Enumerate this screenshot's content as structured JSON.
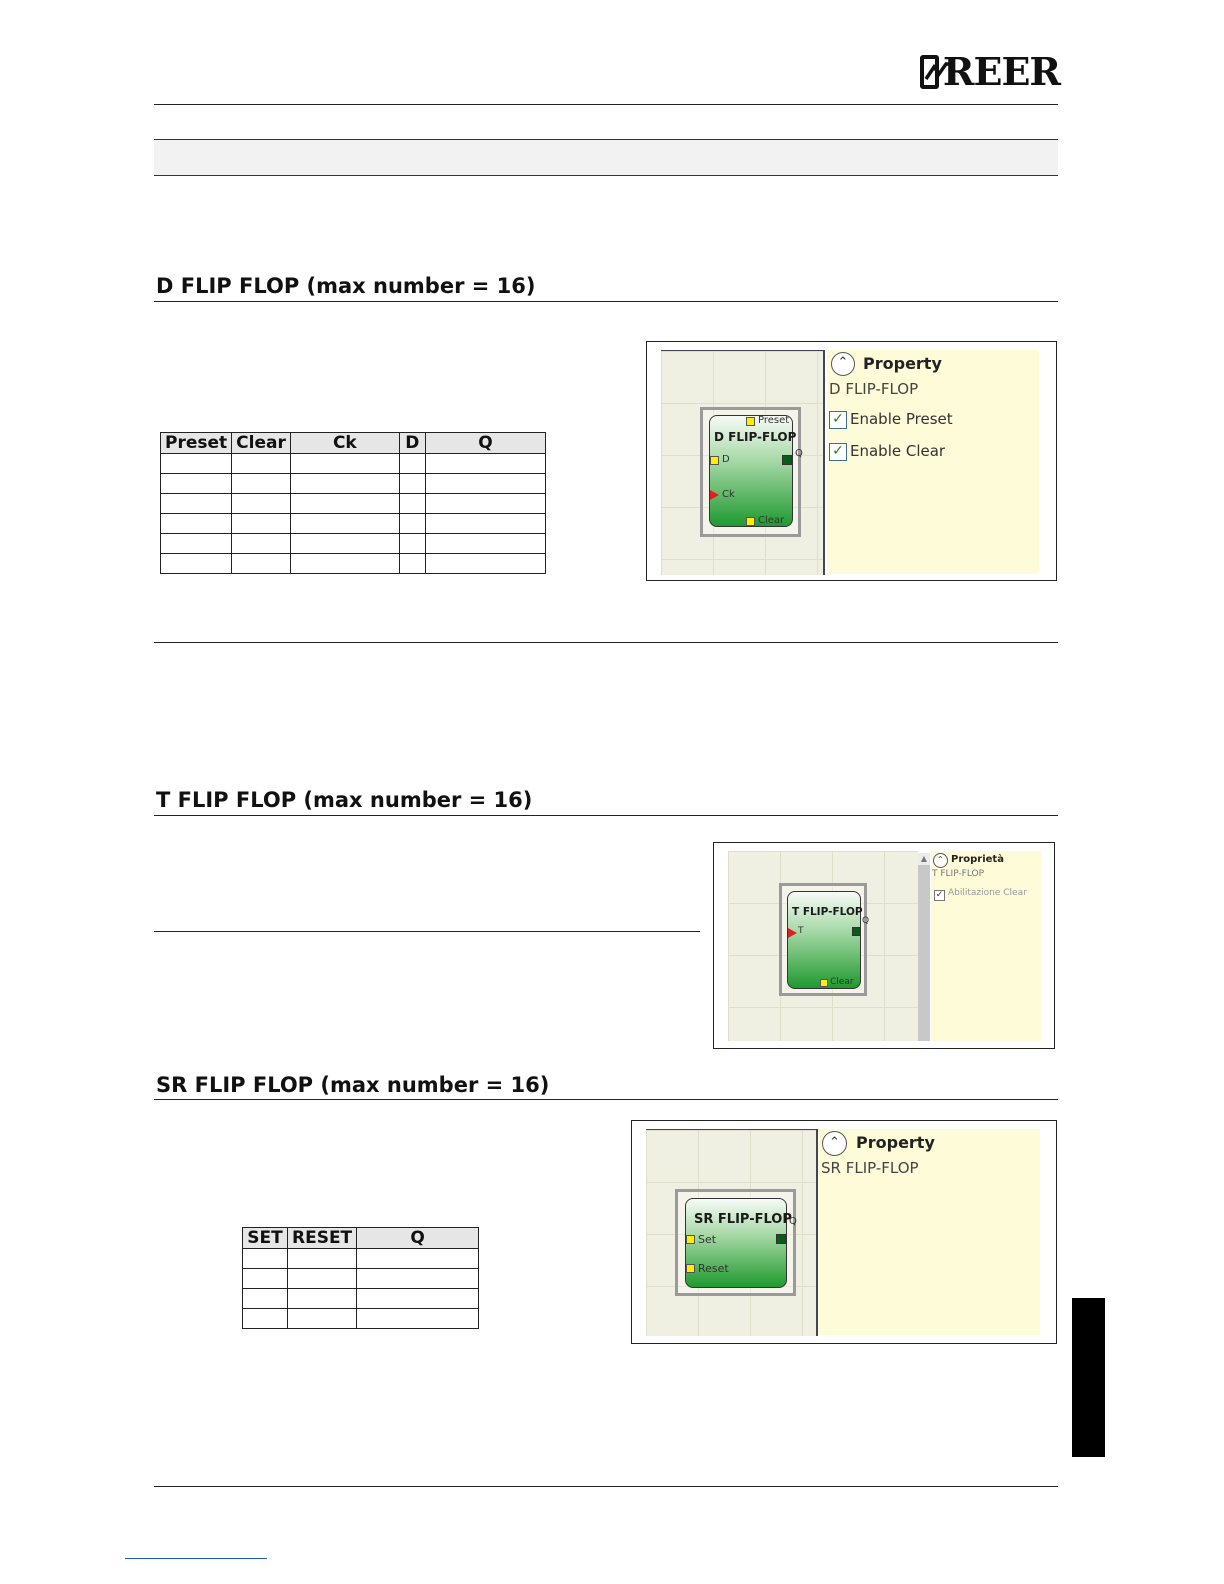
{
  "logo": {
    "text": "REER"
  },
  "sections": {
    "d_flip_flop": {
      "heading": "D FLIP FLOP (max number = 16)",
      "table_headers": [
        "Preset",
        "Clear",
        "Ck",
        "D",
        "Q"
      ],
      "block_title": "D FLIP-FLOP",
      "pins": {
        "preset": "Preset",
        "d": "D",
        "ck": "Ck",
        "clear": "Clear",
        "q": "Q"
      },
      "property_title": "Property",
      "property_sub": "D FLIP-FLOP",
      "options": [
        "Enable Preset",
        "Enable Clear"
      ]
    },
    "t_flip_flop": {
      "heading": "T FLIP FLOP (max number = 16)",
      "block_title": "T FLIP-FLOP",
      "pins": {
        "t": "T",
        "clear": "Clear",
        "q": "Q"
      },
      "property_title": "Proprietà",
      "property_sub": "T FLIP-FLOP",
      "options": [
        "Abilitazione Clear"
      ]
    },
    "sr_flip_flop": {
      "heading": "SR FLIP FLOP (max number = 16)",
      "table_headers": [
        "SET",
        "RESET",
        "Q"
      ],
      "block_title": "SR FLIP-FLOP",
      "pins": {
        "set": "Set",
        "reset": "Reset",
        "q": "Q"
      },
      "property_title": "Property",
      "property_sub": "SR FLIP-FLOP"
    }
  },
  "icons": {
    "logo": "reer-logo-icon",
    "collapse": "chevron-up-icon",
    "check": "checkmark-icon"
  },
  "colors": {
    "block_green": "#1f9a2f",
    "property_bg": "#fdfbd8",
    "pin_yellow": "#ffee00",
    "clock_red": "#e02020"
  }
}
